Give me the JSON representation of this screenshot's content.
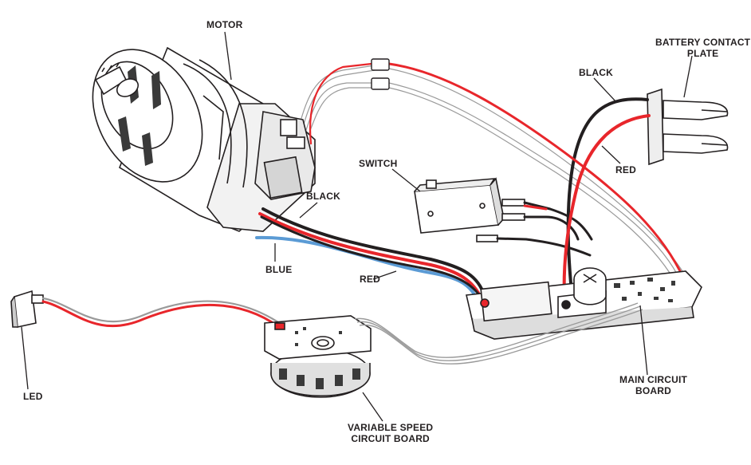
{
  "labels": {
    "motor": "MOTOR",
    "battery_contact_plate": [
      "BATTERY CONTACT",
      "PLATE"
    ],
    "black_top": "BLACK",
    "red_top": "RED",
    "switch": "SWITCH",
    "black_mid": "BLACK",
    "blue": "BLUE",
    "red_mid": "RED",
    "led": "LED",
    "variable_speed_circuit_board": [
      "VARIABLE SPEED",
      "CIRCUIT BOARD"
    ],
    "main_circuit_board": [
      "MAIN CIRCUIT",
      "BOARD"
    ]
  },
  "colors": {
    "red_wire": "#e8262b",
    "black_wire": "#231f20",
    "blue_wire": "#5b9bd5",
    "outline": "#231f20",
    "component_fill": "#ffffff",
    "shade": "#c9c9c9"
  }
}
